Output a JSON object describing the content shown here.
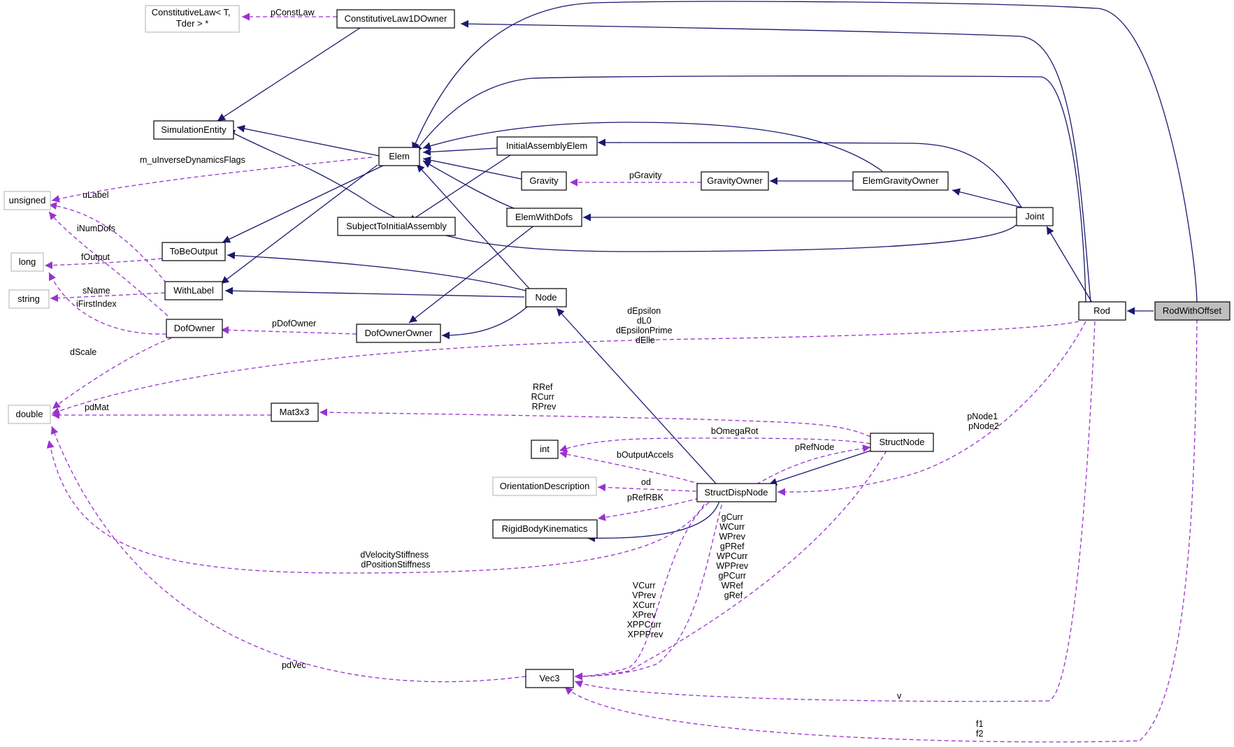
{
  "colors": {
    "inheritance": "#191970",
    "usage": "#9a32cd",
    "root_fill": "#bfbfbf",
    "external_border": "#bfbfbf"
  },
  "nodes": {
    "constlaw_tpl": [
      "ConstitutiveLaw< T,",
      "Tder > *"
    ],
    "constlaw_owner": "ConstitutiveLaw1DOwner",
    "simentity": "SimulationEntity",
    "elem": "Elem",
    "initasm": "InitialAssemblyElem",
    "subj_init": "SubjectToInitialAssembly",
    "gravity": "Gravity",
    "gravity_owner": "GravityOwner",
    "elem_grav_owner": "ElemGravityOwner",
    "joint": "Joint",
    "elem_dofs": "ElemWithDofs",
    "unsigned": "unsigned",
    "long": "long",
    "string": "string",
    "double": "double",
    "tobeoutput": "ToBeOutput",
    "withlabel": "WithLabel",
    "dofowner": "DofOwner",
    "dofownerowner": "DofOwnerOwner",
    "node": "Node",
    "rod": "Rod",
    "rod_offset": "RodWithOffset",
    "mat3x3": "Mat3x3",
    "int": "int",
    "struct_node": "StructNode",
    "orient_desc": "OrientationDescription",
    "struct_disp": "StructDispNode",
    "rbk": "RigidBodyKinematics",
    "vec3": "Vec3"
  },
  "labels": {
    "pconstlaw": "pConstLaw",
    "m_uinv": "m_uInverseDynamicsFlags",
    "ulabel": "uLabel",
    "inumdofs": "iNumDofs",
    "foutput": "fOutput",
    "sname": "sName",
    "ifirstindex": "iFirstIndex",
    "dscale": "dScale",
    "pdofowner": "pDofOwner",
    "pgravity": "pGravity",
    "deps": [
      "dEpsilon",
      "dL0",
      "dEpsilonPrime",
      "dElle"
    ],
    "pdmat": "pdMat",
    "rref": [
      "RRef",
      "RCurr",
      "RPrev"
    ],
    "bomegarot": "bOmegaRot",
    "prefnode": "pRefNode",
    "boutputaccels": "bOutputAccels",
    "od": "od",
    "prefrbk": "pRefRBK",
    "pnode": [
      "pNode1",
      "pNode2"
    ],
    "dvel": [
      "dVelocityStiffness",
      "dPositionStiffness"
    ],
    "gcurr": [
      "gCurr",
      "WCurr",
      "WPrev",
      "gPRef",
      "WPCurr",
      "WPPrev",
      "gPCurr",
      "WRef",
      "gRef"
    ],
    "vcurr": [
      "VCurr",
      "VPrev",
      "XCurr",
      "XPrev",
      "XPPCurr",
      "XPPPrev"
    ],
    "pdvec": "pdVec",
    "v": "v",
    "f": [
      "f1",
      "f2"
    ]
  }
}
